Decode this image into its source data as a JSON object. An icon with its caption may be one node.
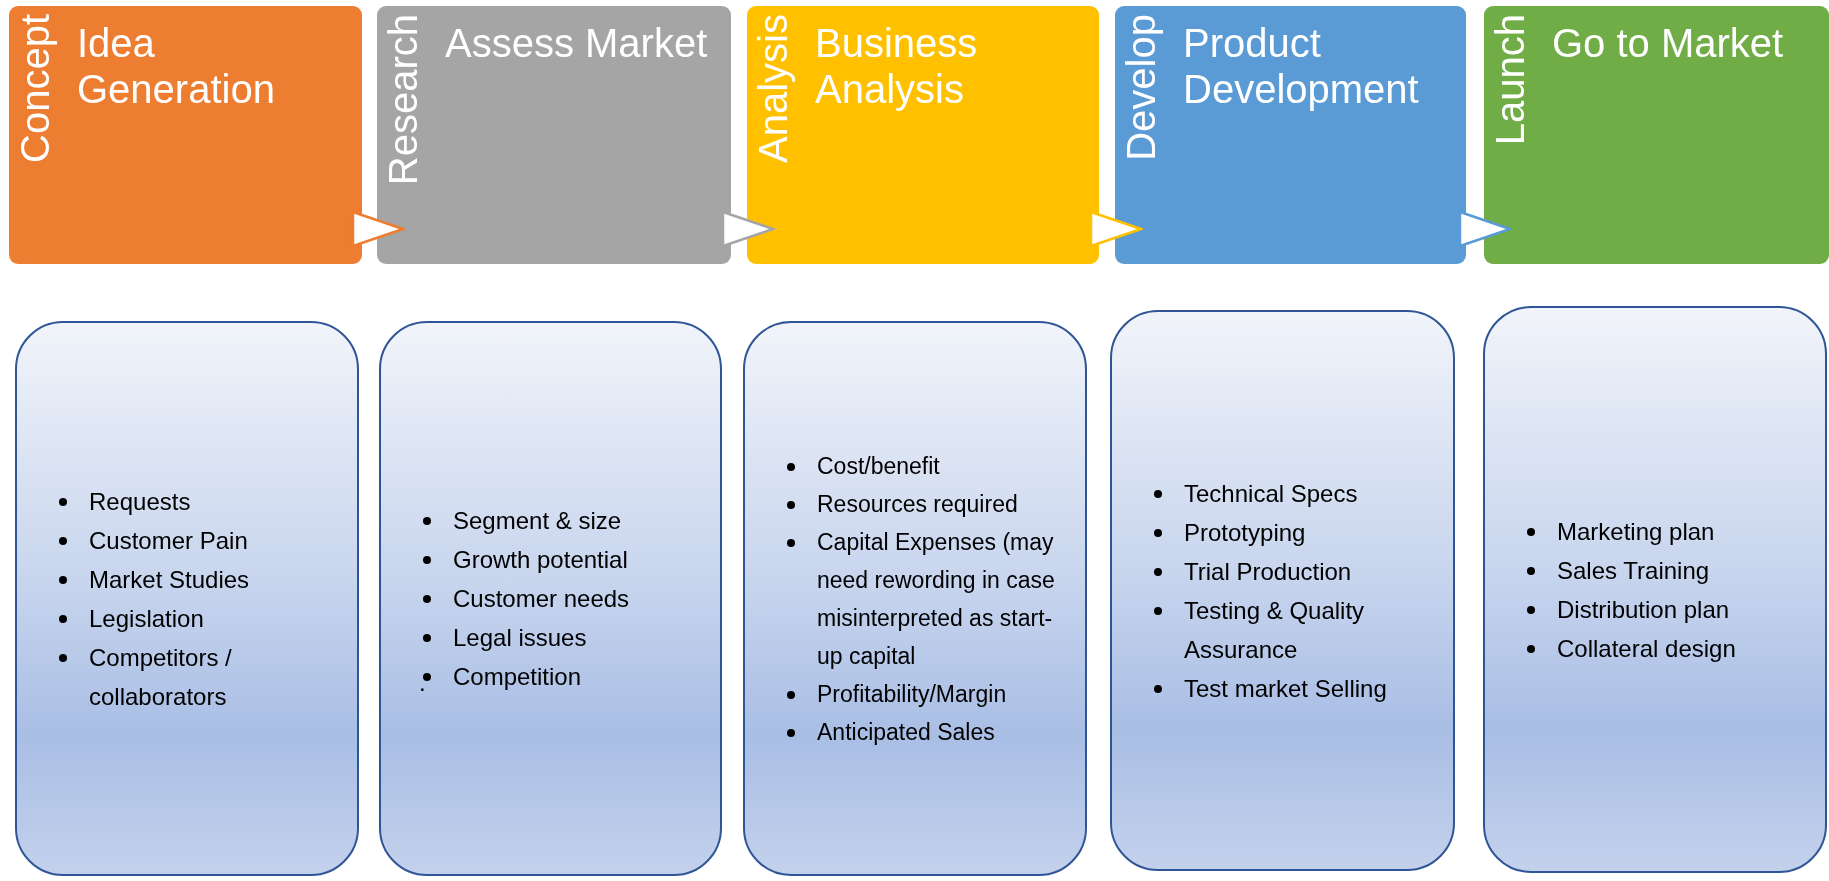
{
  "diagram": {
    "nodes": [
      {
        "text": [
          "Concept",
          "Idea Generation"
        ]
      },
      {
        "text": [
          "Research",
          "Assess Market"
        ]
      },
      {
        "text": [
          "Analysis",
          "Business Analysis"
        ]
      },
      {
        "text": [
          "Develop",
          "Product Development"
        ]
      },
      {
        "text": [
          "Launch",
          "Go to Market"
        ]
      },
      {
        "text": [
          "Requests",
          "Customer Pain",
          "Market Studies",
          "Legislation",
          "Competitors / collaborators"
        ]
      },
      {
        "text": [
          "Segment & size",
          "Growth potential",
          "Customer needs",
          "Legal issues",
          "Competition"
        ]
      },
      {
        "text": [
          "Cost/benefit",
          "Resources required",
          "Capital Expenses (may need rewording in case misinterpreted as start-up capital",
          "Profitability/Margin",
          "Anticipated Sales"
        ]
      },
      {
        "text": [
          "Technical Specs",
          "Prototyping",
          "Trial Production",
          "Testing & Quality Assurance",
          "Test market Selling"
        ]
      },
      {
        "text": [
          "Marketing plan",
          "Sales Training",
          "Distribution plan",
          "Collateral design"
        ]
      }
    ],
    "edges": [
      {
        "from": 0,
        "to": 1,
        "arrow": "to",
        "color": "#ed7d31"
      },
      {
        "from": 1,
        "to": 2,
        "arrow": "to",
        "color": "#a5a5a5"
      },
      {
        "from": 2,
        "to": 3,
        "arrow": "to",
        "color": "#ffc000"
      },
      {
        "from": 3,
        "to": 4,
        "arrow": "to",
        "color": "#5b9bd5"
      }
    ],
    "labels": [
      "."
    ]
  }
}
